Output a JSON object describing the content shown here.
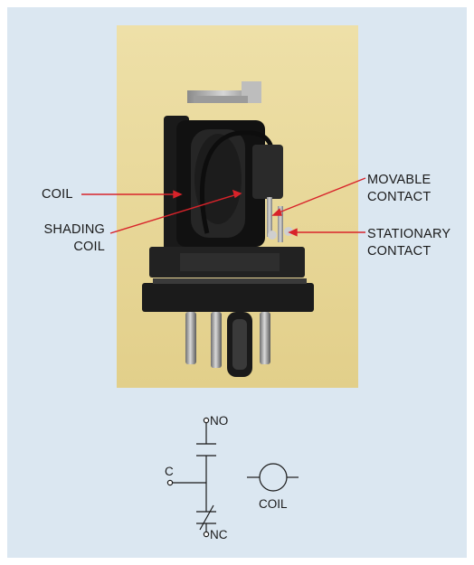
{
  "labels": {
    "coil": "COIL",
    "shading_coil": [
      "SHADING",
      "COIL"
    ],
    "movable_contact": [
      "MOVABLE",
      "CONTACT"
    ],
    "stationary_contact": [
      "STATIONARY",
      "CONTACT"
    ]
  },
  "schematic": {
    "no": "NO",
    "c": "C",
    "nc": "NC",
    "coil": "COIL"
  },
  "colors": {
    "panel": "#dbe7f1",
    "photo_background": "#e8d79b",
    "leader_line": "#d8232a",
    "relay_body": "#1e1e1e"
  }
}
